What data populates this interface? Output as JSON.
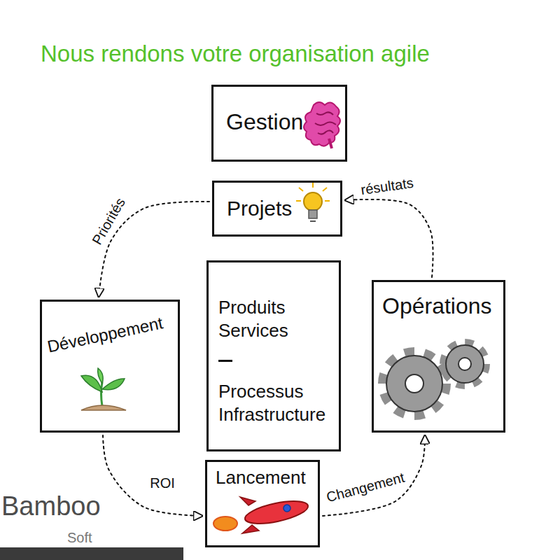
{
  "diagram": {
    "title": "Nous rendons votre organisation agile",
    "nodes": [
      {
        "text": [
          "Gestion"
        ]
      },
      {
        "text": [
          "Projets"
        ]
      },
      {
        "text": [
          "Développement"
        ]
      },
      {
        "text": [
          "Produits Services",
          "Processus Infrastructure"
        ]
      },
      {
        "text": [
          "Opérations"
        ]
      },
      {
        "text": [
          "Lancement"
        ]
      }
    ],
    "edges": [
      {
        "from": 1,
        "to": 2,
        "arrow": "to",
        "label": "Priorités"
      },
      {
        "from": 2,
        "to": 5,
        "arrow": "to",
        "label": "ROI"
      },
      {
        "from": 5,
        "to": 4,
        "arrow": "to",
        "label": "Changement"
      },
      {
        "from": 4,
        "to": 1,
        "arrow": "to",
        "label": "résultats"
      }
    ],
    "labels": [
      "Bamboo",
      "Soft"
    ]
  }
}
